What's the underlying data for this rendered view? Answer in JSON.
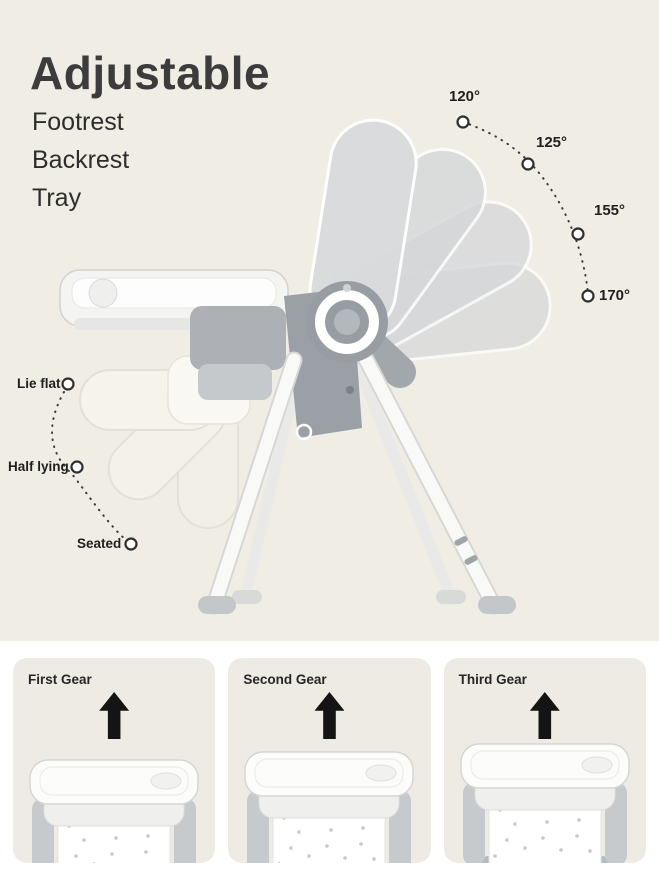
{
  "hero": {
    "title": "Adjustable",
    "features": [
      {
        "label": "Footrest"
      },
      {
        "label": "Backrest"
      },
      {
        "label": "Tray"
      }
    ],
    "recline_angles": [
      {
        "label": "120°"
      },
      {
        "label": "125°"
      },
      {
        "label": "155°"
      },
      {
        "label": "170°"
      }
    ],
    "seat_positions": [
      {
        "label": "Lie flat"
      },
      {
        "label": "Half lying"
      },
      {
        "label": "Seated"
      }
    ]
  },
  "gears": {
    "cards": [
      {
        "label": "First Gear"
      },
      {
        "label": "Second Gear"
      },
      {
        "label": "Third Gear"
      }
    ]
  },
  "colors": {
    "hero_background": "#f0ede4",
    "card_background": "#edebe4",
    "text_dark": "#2d2d2d",
    "chair_gray": "#9aa0a5",
    "ghost_gray": "#d5d7d9",
    "cream_ghost": "#f3f0e8",
    "arrow_black": "#141414"
  }
}
